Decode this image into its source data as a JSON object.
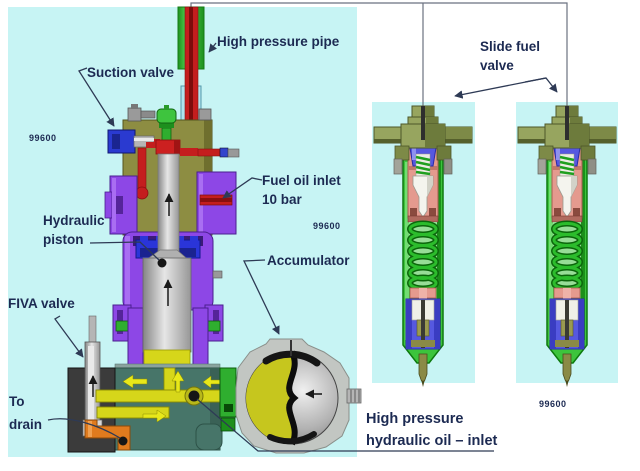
{
  "labels": {
    "high_pressure_pipe": "High pressure pipe",
    "suction_valve": "Suction valve",
    "fuel_oil_inlet_1": "Fuel oil inlet",
    "fuel_oil_inlet_2": "10 bar",
    "hydraulic_piston_1": "Hydraulic",
    "hydraulic_piston_2": "piston",
    "accumulator": "Accumulator",
    "fiva_valve": "FIVA valve",
    "to_drain_1": "To",
    "to_drain_2": "drain",
    "slide_fuel_valve_1": "Slide fuel",
    "slide_fuel_valve_2": "valve",
    "hp_hydraulic_oil_1": "High pressure",
    "hp_hydraulic_oil_2": "hydraulic oil – inlet"
  },
  "watermarks": {
    "upper_left": "99600",
    "mid_right": "99600",
    "lower_right": "99600"
  },
  "colors": {
    "panel_cyan": "#c7f4f4",
    "label_text": "#1c2a52",
    "leader": "#2e3a55",
    "pipe_green": "#3cc43c",
    "pipe_red": "#c41e1e",
    "pump_olive": "#8d8d42",
    "purple": "#8d47e6",
    "hydraulic_yellow": "#d6d61a",
    "base_teal": "#477569",
    "drain_orange": "#e07b1e",
    "valve_blue": "#2a3ad0",
    "nozzle_salmon": "#e49a8e"
  }
}
